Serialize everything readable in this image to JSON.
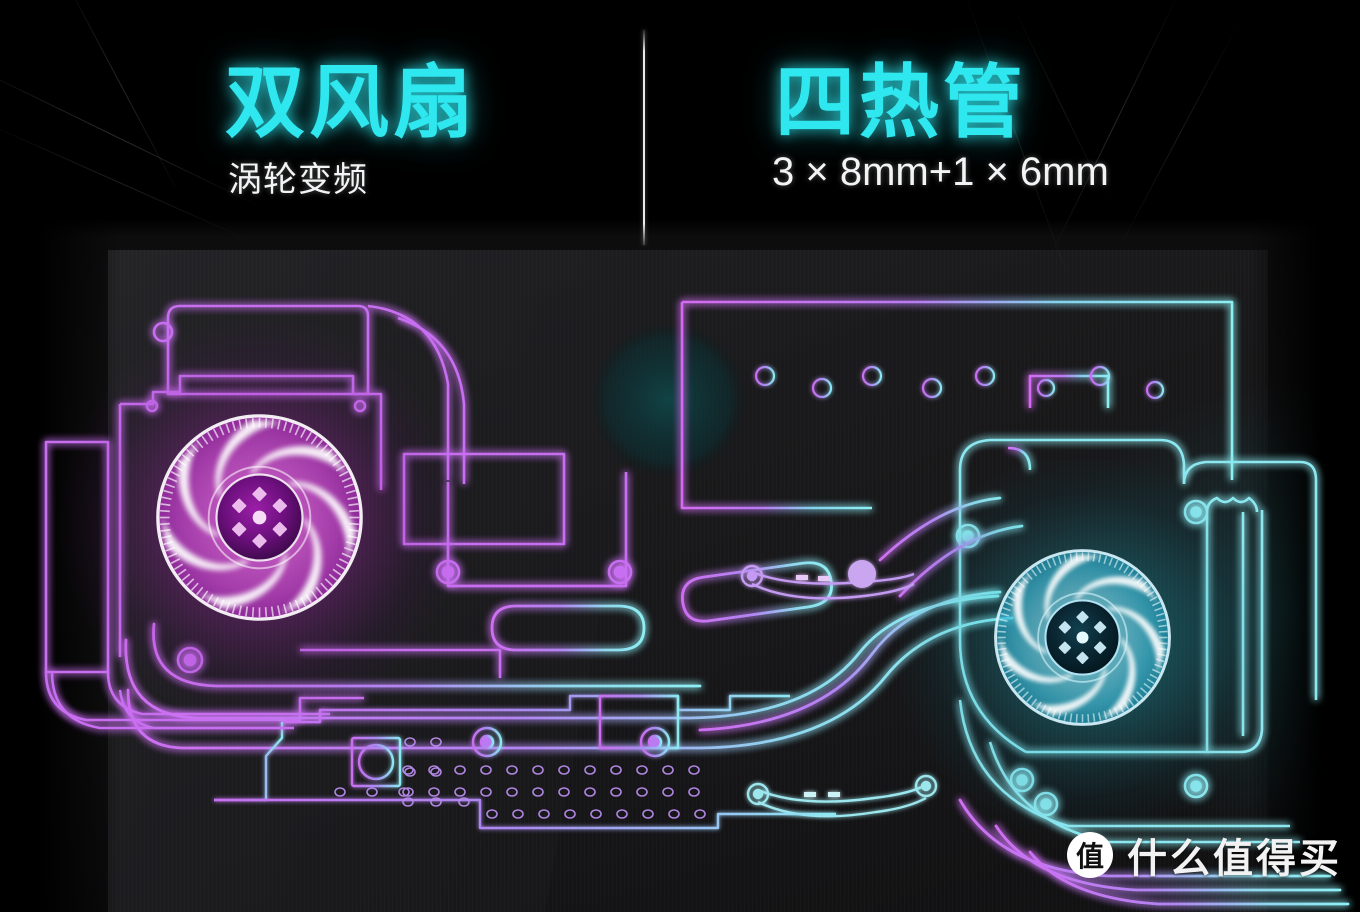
{
  "headings": {
    "left": {
      "title": "双风扇",
      "subtitle": "涡轮变频"
    },
    "right": {
      "title": "四热管",
      "subtitle": "3 × 8mm+1 × 6mm"
    }
  },
  "watermark": {
    "logo_char": "值",
    "text": "什么值得买"
  },
  "colors": {
    "accent_cyan": "#2ee7ef",
    "fan_left_glow": "#e23ce2",
    "fan_right_glow": "#28dce6",
    "outline_magenta": "#c86ef0",
    "outline_cyan": "#8ce8f0",
    "background": "#0b0b0c",
    "heading_sub": "#f2f4f5"
  },
  "diagram": {
    "description": "Laptop cooling module line-art: dual turbo fans and four heat pipes",
    "left_fan": {
      "label": "turbo-fan-left",
      "blades": 7,
      "hub_bolts": 6,
      "color": "magenta"
    },
    "right_fan": {
      "label": "turbo-fan-right",
      "blades": 7,
      "hub_bolts": 6,
      "color": "cyan"
    },
    "heatsink_fins": {
      "label": "fin-stack",
      "vent_holes": 8
    },
    "heat_pipes": {
      "count": 4,
      "spec": "3 × 8mm + 1 × 6mm"
    },
    "pcb": {
      "label": "circuit-board",
      "via_rows": 4
    }
  }
}
